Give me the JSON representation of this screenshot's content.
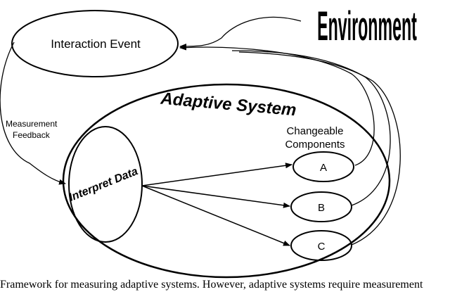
{
  "nodes": {
    "environment": "Environment",
    "interaction_event": "Interaction Event",
    "adaptive_system": "Adaptive System",
    "interpret_data": "Interpret Data",
    "changeable_line1": "Changeable",
    "changeable_line2": "Components",
    "component_a": "A",
    "component_b": "B",
    "component_c": "C"
  },
  "edge_labels": {
    "measurement": "Measurement",
    "feedback": "Feedback"
  },
  "caption": "Framework for measuring adaptive systems. However, adaptive systems require measurement"
}
